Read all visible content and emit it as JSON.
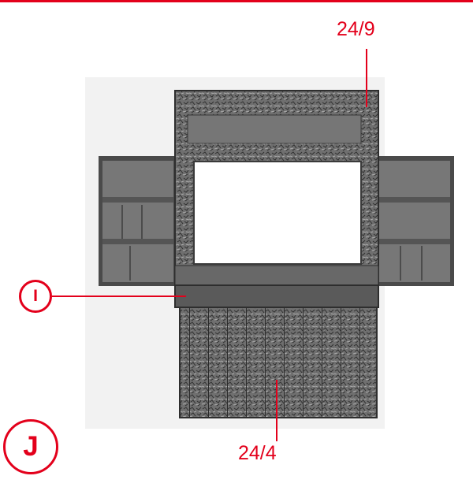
{
  "callouts": {
    "top_part": "24/9",
    "bottom_part": "24/4",
    "circle_label": "I"
  },
  "step_label": "J",
  "colors": {
    "accent": "#e3001b",
    "wood": "#6f6f6f",
    "wood_dark": "#3d3d3d",
    "background": "#ffffff"
  }
}
